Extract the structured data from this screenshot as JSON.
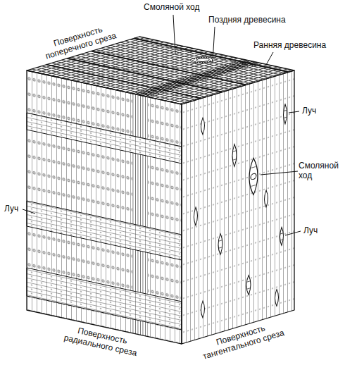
{
  "diagram": {
    "labels": [
      "Смоляной ход",
      "Поздняя древесина",
      "Поверхность поперечного среза",
      "Ранняя древесина",
      "Луч",
      "Смоляной ход",
      "Луч",
      "Луч",
      "Поверхность радиального среза",
      "Поверхность тангентального среза"
    ]
  }
}
